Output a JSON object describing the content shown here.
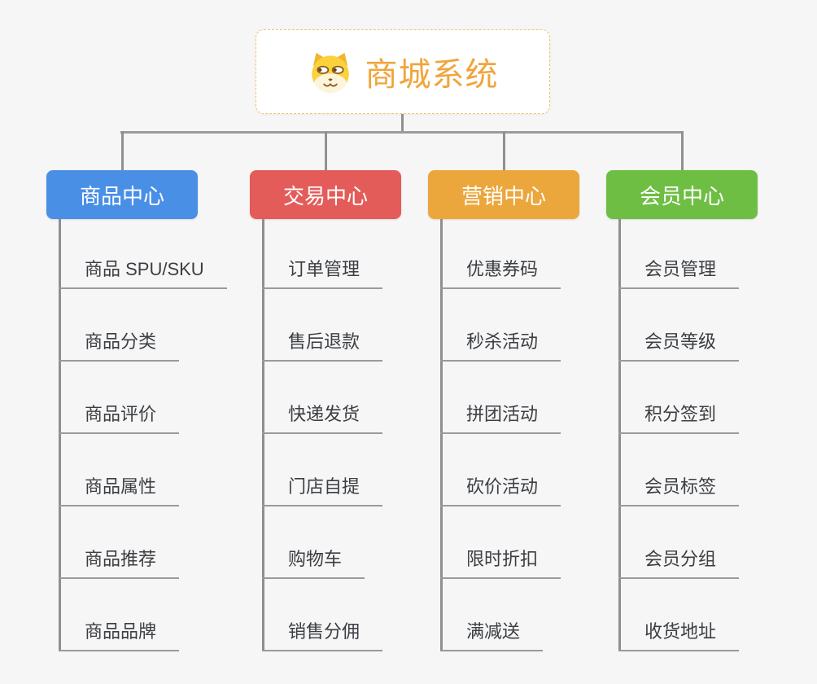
{
  "root": {
    "title": "商城系统",
    "icon": "dog-face-icon"
  },
  "colors": {
    "background": "#f6f6f6",
    "root_border": "#f2c372",
    "root_text": "#f0a53c",
    "connector": "#909090",
    "item_text": "#3b3e42",
    "item_underline": "#9a9a9a",
    "branch_product": "#4a8fe6",
    "branch_trade": "#e45c5a",
    "branch_marketing": "#eba63c",
    "branch_member": "#6fbe44"
  },
  "branches": [
    {
      "label": "商品中心",
      "color": "#4a8fe6",
      "items": [
        "商品 SPU/SKU",
        "商品分类",
        "商品评价",
        "商品属性",
        "商品推荐",
        "商品品牌"
      ]
    },
    {
      "label": "交易中心",
      "color": "#e45c5a",
      "items": [
        "订单管理",
        "售后退款",
        "快递发货",
        "门店自提",
        "购物车",
        "销售分佣"
      ]
    },
    {
      "label": "营销中心",
      "color": "#eba63c",
      "items": [
        "优惠券码",
        "秒杀活动",
        "拼团活动",
        "砍价活动",
        "限时折扣",
        "满减送"
      ]
    },
    {
      "label": "会员中心",
      "color": "#6fbe44",
      "items": [
        "会员管理",
        "会员等级",
        "积分签到",
        "会员标签",
        "会员分组",
        "收货地址"
      ]
    }
  ]
}
